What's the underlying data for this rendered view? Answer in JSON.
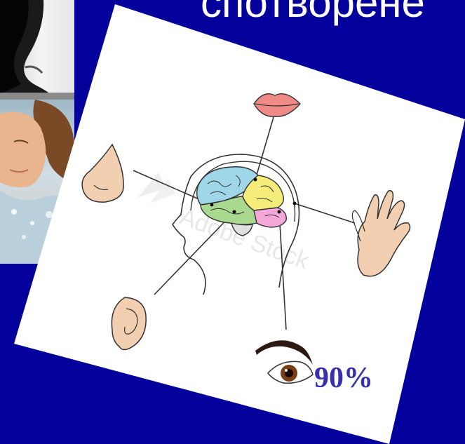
{
  "slide": {
    "title": "спотворене",
    "percentage": "90%",
    "watermark": "Adobe Stock"
  },
  "images": {
    "left_top": "nose-closeup-photo",
    "left_bottom": "face-water-splash-photo",
    "card": "brain-senses-diagram"
  },
  "colors": {
    "background": "#03009c",
    "title": "#ffffff",
    "percentage": "#3a2fb0",
    "skin": "#f2cfb0",
    "lips": "#f08a86",
    "brain_blue": "#9fd6e8",
    "brain_yellow": "#f5ec7a",
    "brain_green": "#a9d98f",
    "brain_pink": "#f4a7d9"
  }
}
